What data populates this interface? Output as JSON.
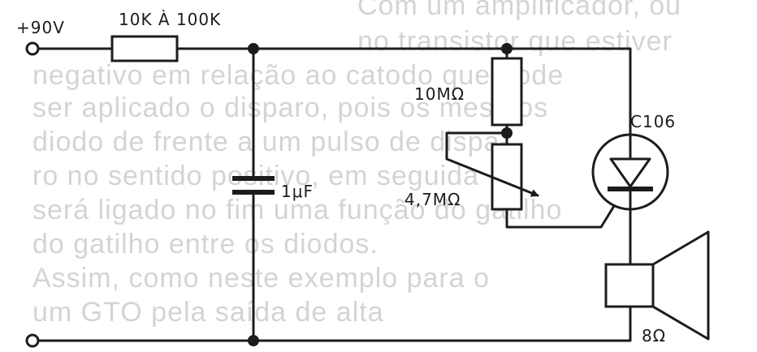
{
  "background_text": [
    "Com um amplificador, ou",
    "no transistor que estiver",
    "negativo em relação ao catodo que pode",
    "ser aplicado o disparo, pois os mesmos",
    "diodo de frente a um pulso de dispa-",
    "ro no sentido positivo, em seguida",
    "será ligado no fim uma função do gatilho",
    "do gatilho entre os diodos.",
    "Assim, como neste exemplo para o",
    "um GTO pela saída de alta"
  ],
  "labels": {
    "supply": "+90V",
    "series_resistor": "10K À 100K",
    "capacitor": "1μF",
    "fixed_resistor": "10MΩ",
    "potentiometer": "4,7MΩ",
    "scr": "C106",
    "speaker": "8Ω"
  },
  "colors": {
    "ink": "#1c1c1c",
    "background": "#ffffff",
    "bleed_text": "#d4d4d4"
  }
}
